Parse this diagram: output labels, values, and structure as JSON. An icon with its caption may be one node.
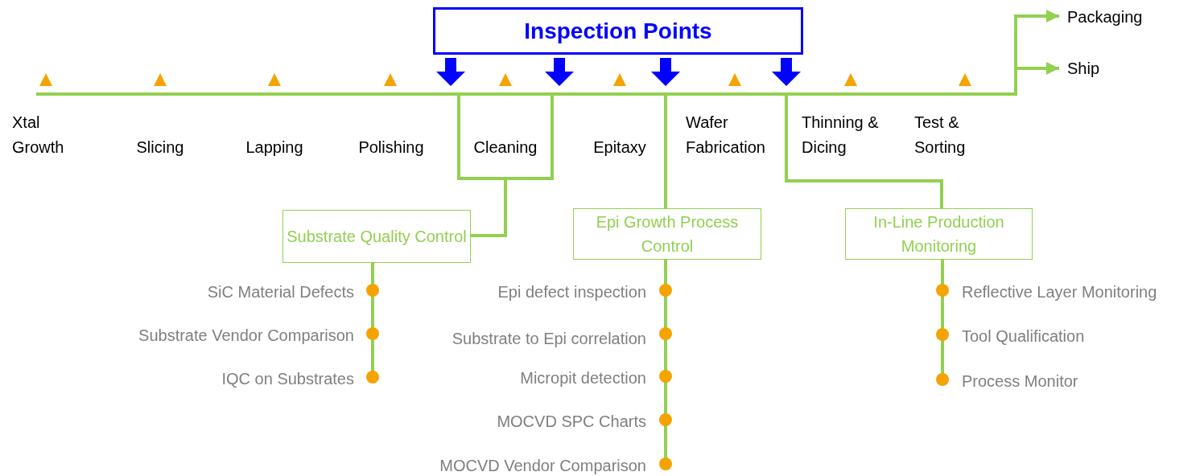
{
  "diagram": {
    "nodes": [
      {
        "text": [
          "Inspection Points"
        ]
      },
      {
        "text": [
          "Packaging"
        ]
      },
      {
        "text": [
          "Ship"
        ]
      },
      {
        "text": [
          "Substrate Quality Control"
        ]
      },
      {
        "text": [
          "Epi Growth Process Control"
        ]
      },
      {
        "text": [
          "In-Line Production Monitoring"
        ]
      }
    ],
    "edges": [
      {
        "from": null,
        "to": 1,
        "arrow": "to"
      },
      {
        "from": null,
        "to": 2,
        "arrow": "to"
      },
      {
        "from": null,
        "to": 3,
        "arrow": "none"
      },
      {
        "from": null,
        "to": 4,
        "arrow": "none"
      },
      {
        "from": null,
        "to": 5,
        "arrow": "none"
      }
    ],
    "labels": [
      "Xtal Growth",
      "Slicing",
      "Lapping",
      "Polishing",
      "Cleaning",
      "Epitaxy",
      "Wafer Fabrication",
      "Thinning & Dicing",
      "Test & Sorting",
      "SiC Material Defects",
      "Substrate Vendor Comparison",
      "IQC on Substrates",
      "Epi defect inspection",
      "Substrate to Epi correlation",
      "Micropit detection",
      "MOCVD SPC Charts",
      "MOCVD Vendor Comparison",
      "Reflective Layer Monitoring",
      "Tool Qualification",
      "Process Monitor"
    ]
  }
}
